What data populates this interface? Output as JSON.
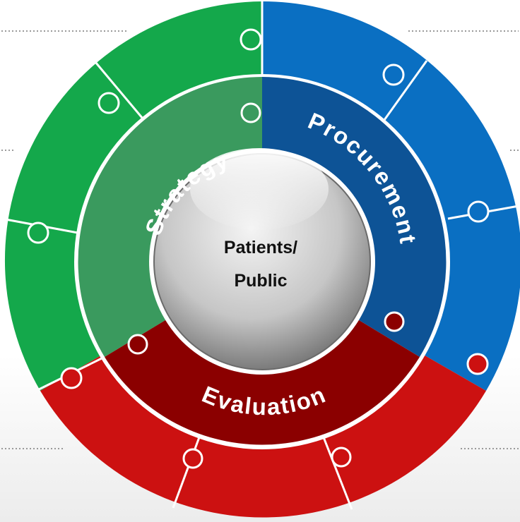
{
  "diagram": {
    "center": {
      "line1": "Patients/",
      "line2": "Public"
    },
    "segments": [
      {
        "label": "Strategy",
        "outer_color": "#14a84b",
        "inner_color": "#3a9a5e"
      },
      {
        "label": "Procurement",
        "outer_color": "#0a6fc2",
        "inner_color": "#0d5396"
      },
      {
        "label": "Evaluation",
        "outer_color": "#cc1111",
        "inner_color": "#8b0000"
      }
    ]
  }
}
